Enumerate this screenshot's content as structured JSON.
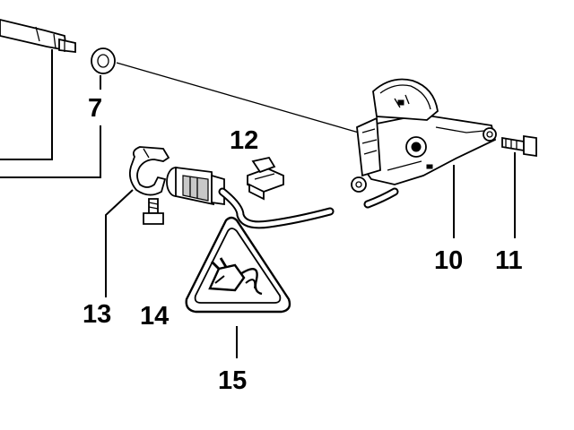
{
  "callouts": {
    "c7": "7",
    "c10": "10",
    "c11": "11",
    "c12": "12",
    "c13": "13",
    "c14": "14",
    "c15": "15"
  },
  "warning_symbol": {
    "icon": "electrical-plug-warning-icon",
    "color": "#000000"
  }
}
